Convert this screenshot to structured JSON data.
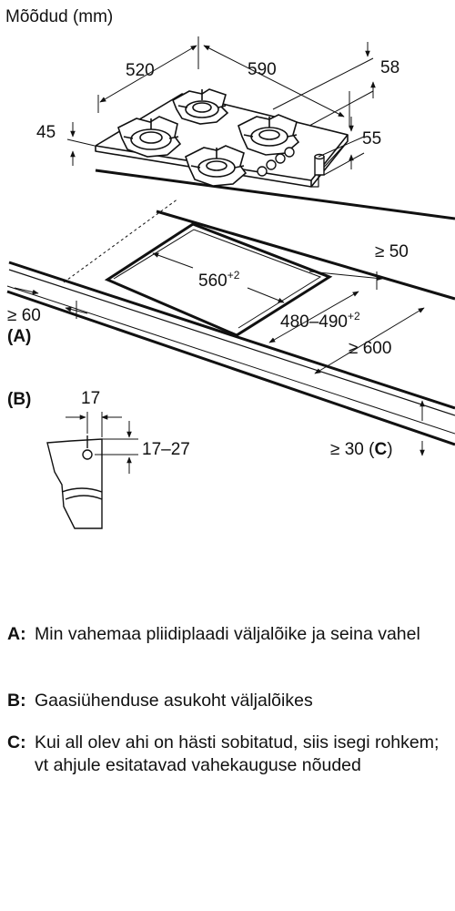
{
  "title": "Mõõdud (mm)",
  "dimensions": {
    "hob_depth": "520",
    "hob_width": "590",
    "height_right": "58",
    "height_left": "45",
    "knob_height": "55",
    "min_back": "≥ 50",
    "cutout_width": "560",
    "cutout_width_tol": "+2",
    "cutout_depth": "480–490",
    "cutout_depth_tol": "+2",
    "min_side": "≥ 60",
    "min_front": "≥ 600",
    "min_below": "≥ 30",
    "gas_offset": "17",
    "gas_height": "17–27"
  },
  "markers": {
    "a": "(A)",
    "b": "(B)",
    "c_open": "(",
    "c": "C",
    "c_close": ")"
  },
  "legend": [
    {
      "key": "A:",
      "text": "Min vahemaa pliidiplaadi väljalõike ja seina vahel"
    },
    {
      "key": "B:",
      "text": "Gaasiühenduse asukoht väljalõikes"
    },
    {
      "key": "C:",
      "text": "Kui all olev ahi on hästi sobitatud, siis isegi rohkem; vt ahjule esitatavad vahekauguse nõuded"
    }
  ]
}
